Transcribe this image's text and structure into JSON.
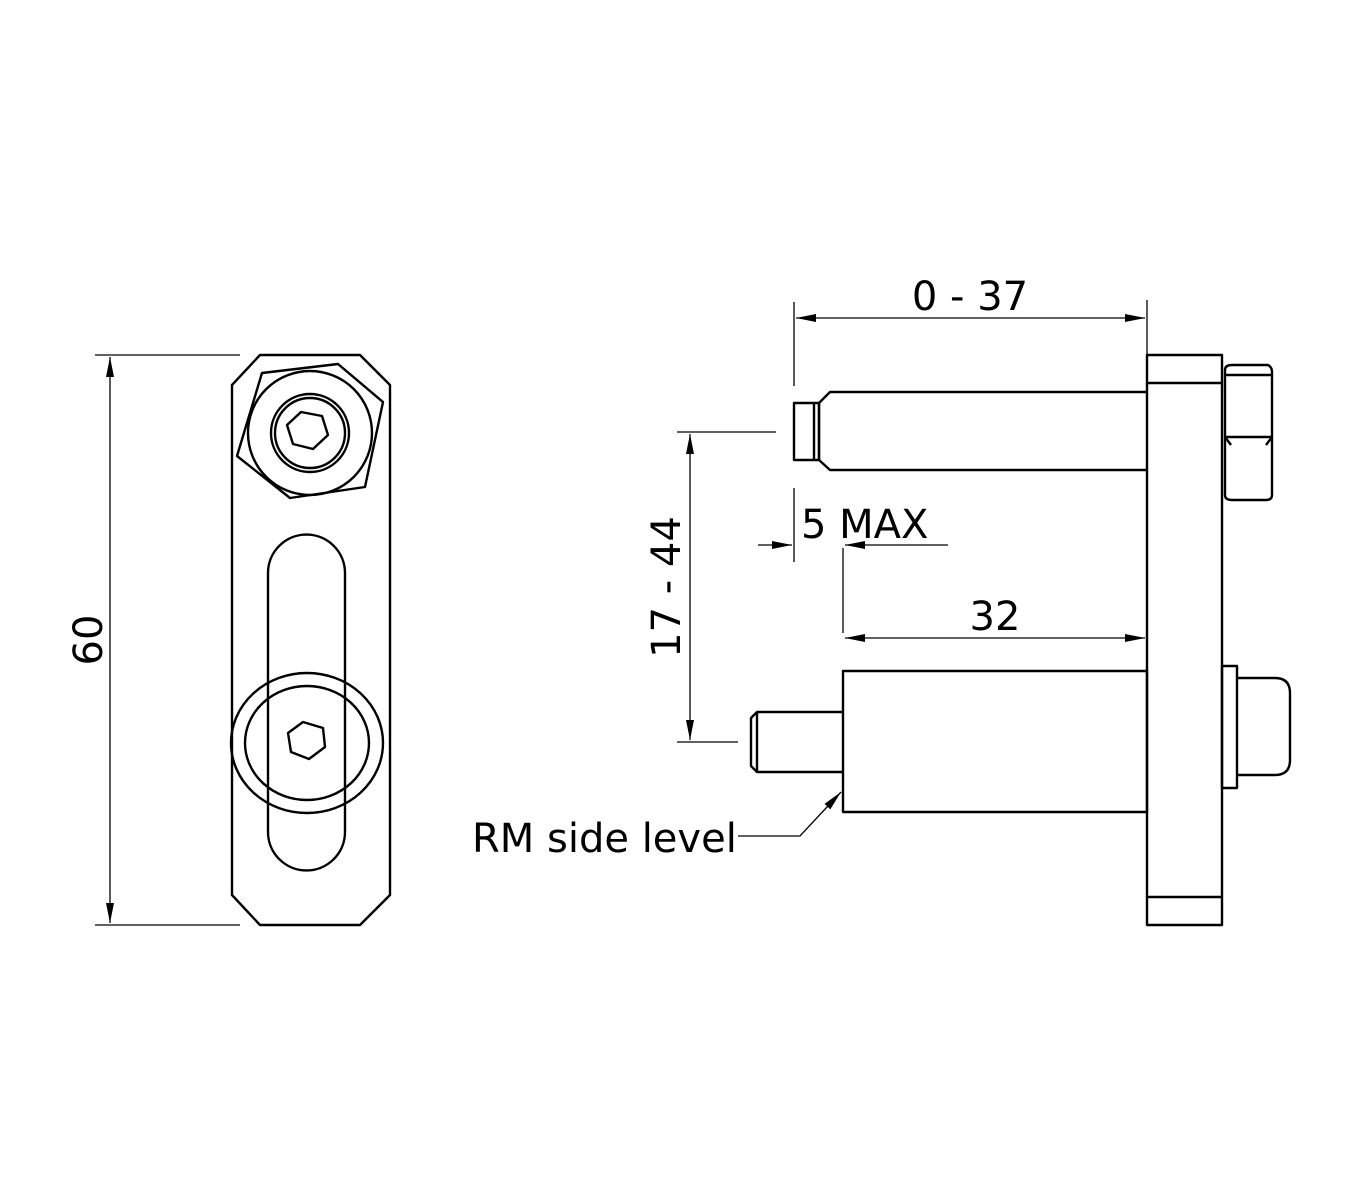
{
  "dimensions": {
    "height_left": "60",
    "stroke_range": "0 - 37",
    "pin_spacing": "17 - 44",
    "offset_max": "5 MAX",
    "body_length": "32"
  },
  "labels": {
    "rm_side_level": "RM side level"
  },
  "colors": {
    "line": "#000000",
    "background": "#ffffff"
  }
}
